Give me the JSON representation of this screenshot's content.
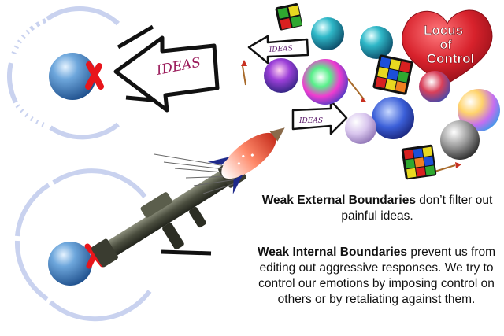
{
  "labels": {
    "main_arrow": "IDEAS",
    "small_arrow_left": "IDEAS",
    "small_arrow_right": "IDEAS",
    "heart_line1": "Locus",
    "heart_line2": "of",
    "heart_line3": "Control"
  },
  "captions": {
    "external": {
      "bold": "Weak External Boundaries",
      "rest": " don’t filter out painful ideas."
    },
    "internal": {
      "bold": "Weak Internal Boundaries",
      "rest": " prevent us from editing out aggressive responses.  We try to control our emotions by imposing control on others or by retaliating against them."
    }
  },
  "icons": {
    "ball": "blue-sphere-icon",
    "mark": "red-x-icon",
    "heart": "heart-icon",
    "cube": "rubiks-cube-icon",
    "weapon": "rocket-launcher-icon",
    "projectile": "rocket-icon",
    "dart": "dart-icon"
  },
  "colors": {
    "ring": "#c9d2ef",
    "x_mark": "#e8151b",
    "heart": "#d8222c",
    "sphere_blue": "#2f6fb0"
  }
}
